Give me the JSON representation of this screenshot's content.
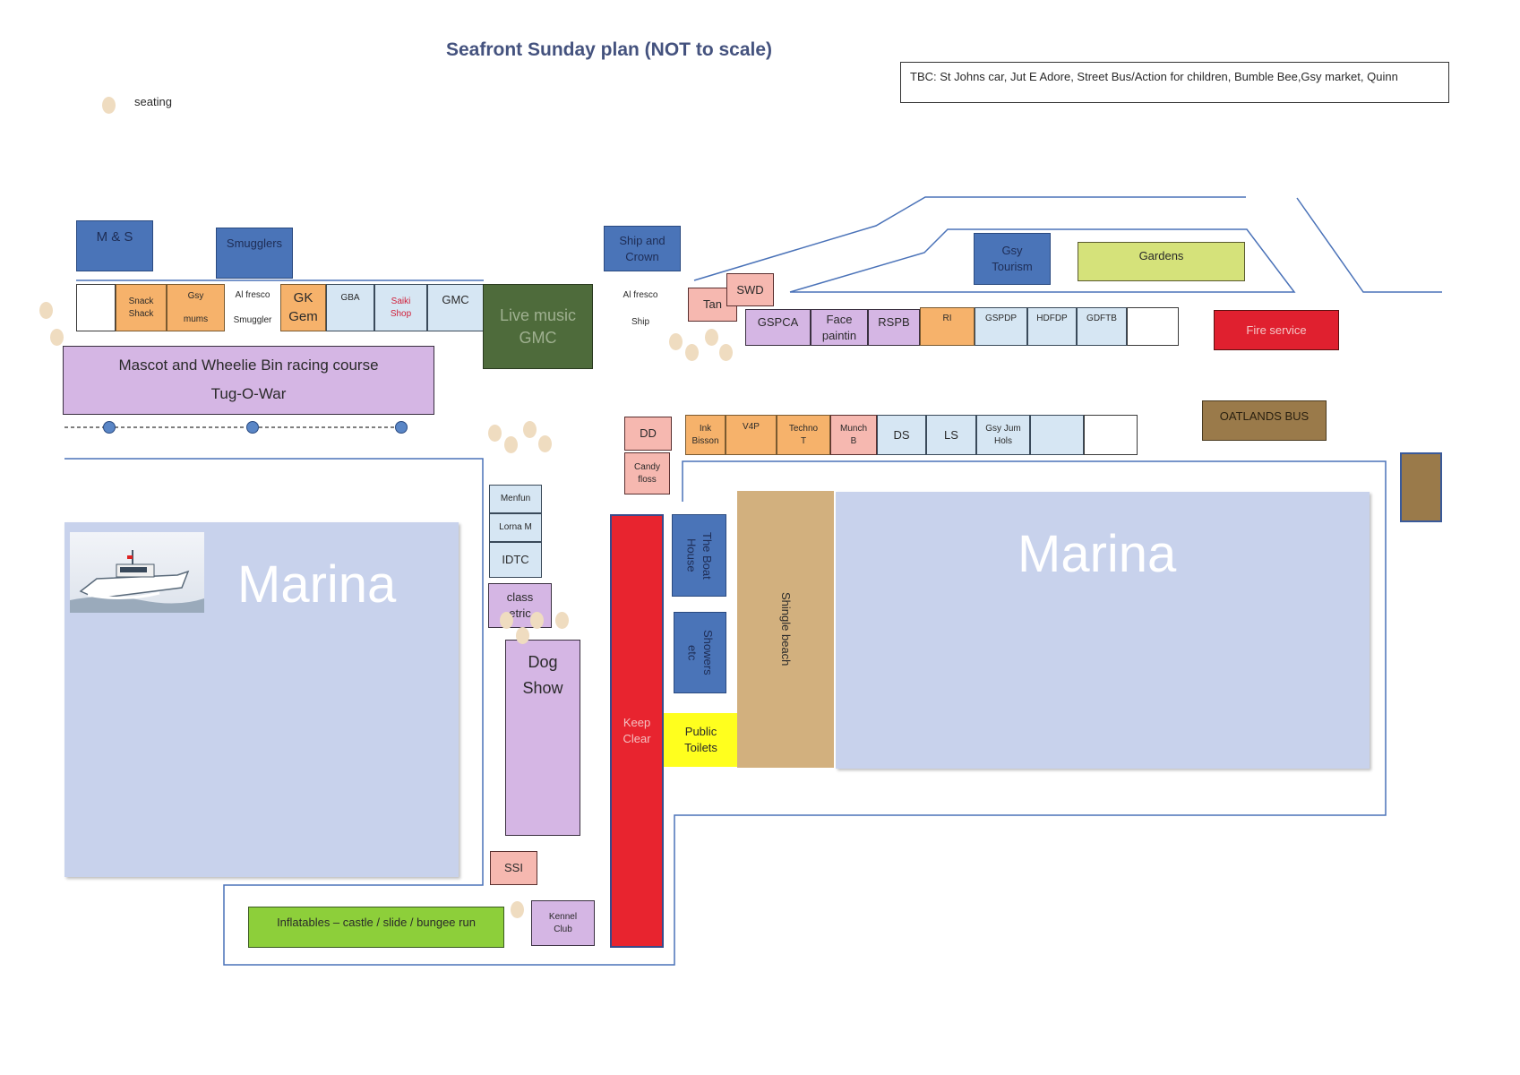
{
  "title": "Seafront Sunday plan (NOT to scale)",
  "tbc_note": "TBC: St Johns car, Jut E  Adore, Street Bus/Action for children, Bumble Bee,Gsy market, Quinn",
  "legend": {
    "label": "seating",
    "icon": "seating-dot"
  },
  "colors": {
    "blue": "#4a74b8",
    "orange": "#f6b26b",
    "light_blue": "#d6e6f3",
    "lilac": "#d5b6e4",
    "pink": "#f6b8b0",
    "marina": "#c8d2ec",
    "red": "#e8242f",
    "yellow": "#ffff1e",
    "tan": "#d2b07e",
    "olive": "#4e6b3b",
    "green": "#8dcf3a",
    "lime": "#d5e27a",
    "brown": "#9a7a4a"
  },
  "buildings": {
    "ms": "M & S",
    "smugglers": "Smugglers",
    "ship_crown": [
      "Ship and",
      "Crown"
    ],
    "gsy_tourism": [
      "Gsy",
      "Tourism"
    ],
    "gardens": "Gardens"
  },
  "top_row": {
    "snack_shack": [
      "Snack",
      "Shack"
    ],
    "gsy_mums": [
      "Gsy",
      "mums"
    ],
    "alfresco_smuggler": [
      "Al fresco",
      "Smuggler"
    ],
    "gk_gem": [
      "GK",
      "Gem"
    ],
    "gba": "GBA",
    "saiki_shop": [
      "Saiki",
      "Shop"
    ],
    "gmc": "GMC",
    "live_music": [
      "Live music",
      "GMC"
    ],
    "alfresco_ship": [
      "Al fresco",
      "Ship"
    ]
  },
  "right_row": {
    "tan": "Tan",
    "swd": "SWD",
    "gspca": "GSPCA",
    "face_painting": [
      "Face",
      "paintin"
    ],
    "rspb": "RSPB",
    "ri": "RI",
    "gspdp": "GSPDP",
    "hdfdp": "HDFDP",
    "gdftb": "GDFTB"
  },
  "fire_service": "Fire service",
  "oatlands_bus": "OATLANDS BUS",
  "racing_course": [
    "Mascot and Wheelie Bin racing course",
    "Tug-O-War"
  ],
  "middle_row": {
    "dd": "DD",
    "candy_floss": [
      "Candy",
      "floss"
    ],
    "ink_bisson": [
      "Ink",
      "Bisson"
    ],
    "v4p": "V4P",
    "techno_t": [
      "Techno",
      "T"
    ],
    "munch_b": [
      "Munch",
      "B"
    ],
    "ds": "DS",
    "ls": "LS",
    "gsy_jum_hols": [
      "Gsy Jum",
      "Hols"
    ]
  },
  "column": {
    "menfun": "Menfun",
    "lorna_m": "Lorna M",
    "idtc": "IDTC",
    "class_lines": [
      "class",
      "etric"
    ],
    "dog_show": [
      "Dog",
      "Show"
    ],
    "ssi": "SSI",
    "kennel_club": [
      "Kennel",
      "Club"
    ],
    "inflatables": "Inflatables – castle / slide / bungee run"
  },
  "keep_clear": [
    "Keep",
    "Clear"
  ],
  "boat_house": [
    "The Boat",
    "House"
  ],
  "showers": [
    "Showers",
    "etc"
  ],
  "public_toilets": [
    "Public",
    "Toilets"
  ],
  "shingle_beach": "Shingle beach",
  "marina_left": "Marina",
  "marina_right": "Marina"
}
